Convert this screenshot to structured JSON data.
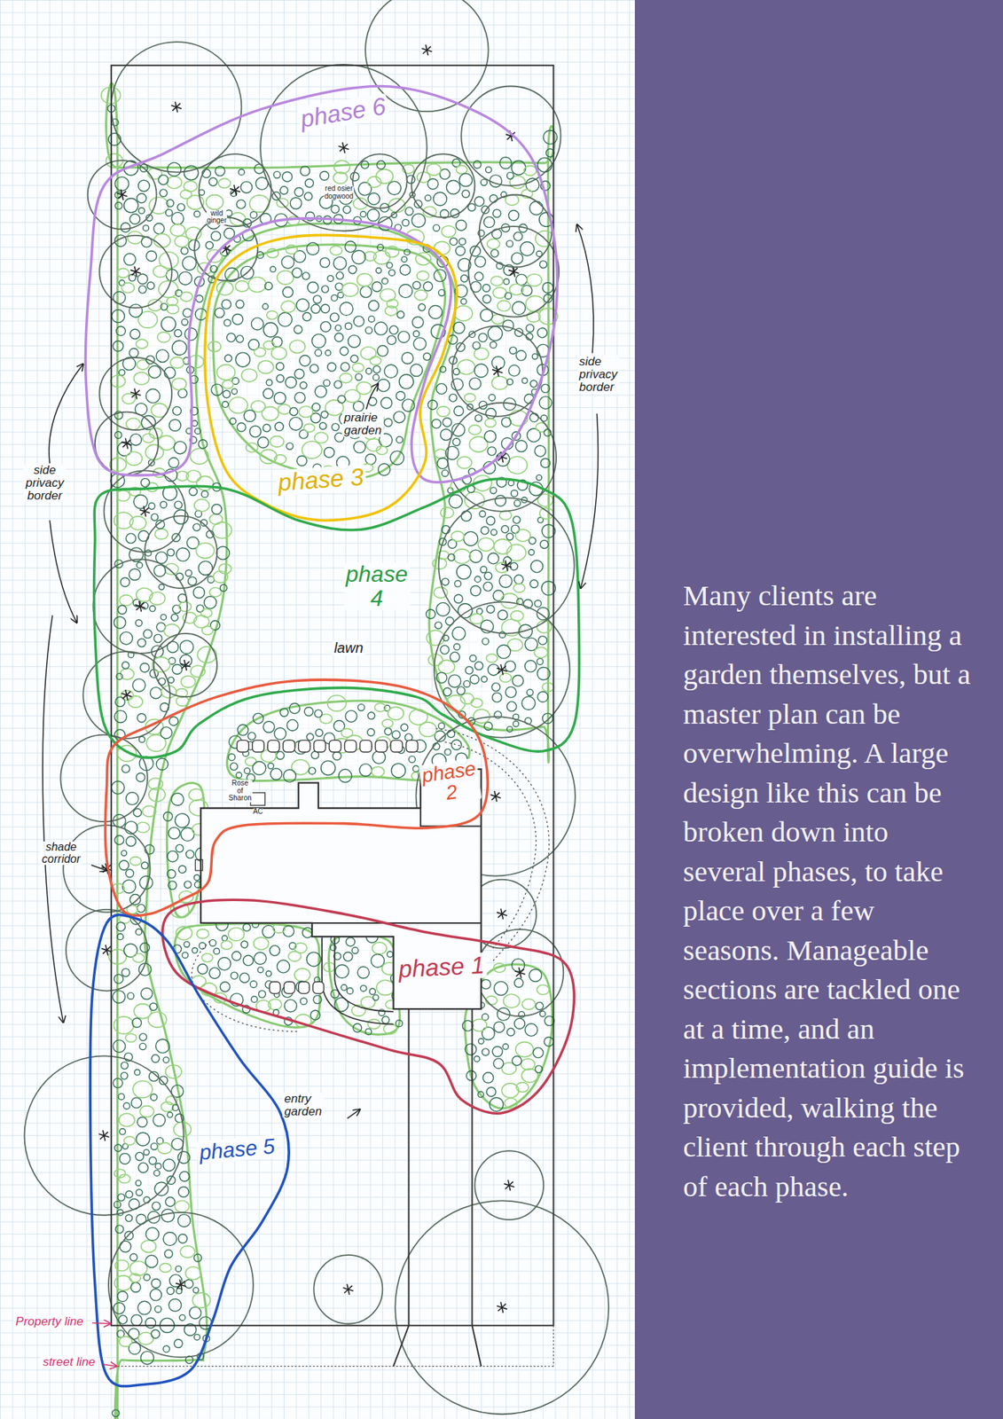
{
  "diagram": {
    "caption": "Many clients are interested in installing a garden themselves, but a master plan can be overwhelming. A large design like this can be broken down into several phases, to take place over a few seasons. Manageable sections are tackled one at a time, and an implementation guide is provided, walking the client through each step of each phase.",
    "labels": [
      "phase 6",
      "phase 3",
      "phase 4",
      "lawn",
      "prairie garden",
      "side privacy border",
      "side privacy border",
      "phase 2",
      "Rose of Sharon",
      "AC",
      "shade corridor",
      "phase 1",
      "entry garden",
      "phase 5",
      "Property line",
      "street line",
      "red osier dogwood",
      "wild ginger"
    ]
  }
}
